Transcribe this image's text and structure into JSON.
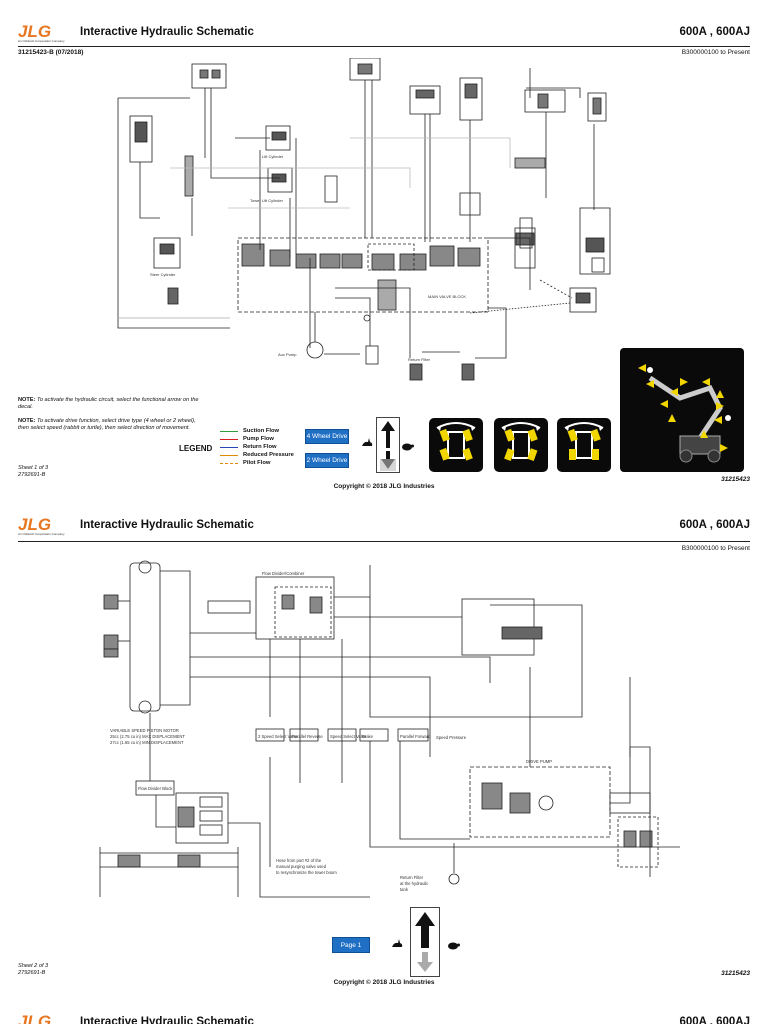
{
  "brand": {
    "logo_text": "JLG",
    "tagline": "An Oshkosh Corporation Company"
  },
  "sheets": [
    {
      "title": "Interactive Hydraulic Schematic",
      "model": "600A , 600AJ",
      "doc_ref": "31215423-B (07/2018)",
      "serial_range": "B300000100 to Present",
      "notes": [
        {
          "key": "NOTE:",
          "text": "To activate the hydraulic circuit, select the functional arrow on the decal."
        },
        {
          "key": "NOTE:",
          "text": "To activate drive function, select drive type (4 wheel or 2 wheel), then select speed (rabbit or turtle), then select direction of movement."
        }
      ],
      "legend": {
        "title": "LEGEND",
        "items": [
          {
            "label": "Suction Flow",
            "color": "#2e9e3e",
            "style": "solid"
          },
          {
            "label": "Pump Flow",
            "color": "#d42020",
            "style": "solid"
          },
          {
            "label": "Return Flow",
            "color": "#2747b8",
            "style": "solid"
          },
          {
            "label": "Reduced Pressure",
            "color": "#e08a00",
            "style": "solid"
          },
          {
            "label": "Pilot Flow",
            "color": "#e08a00",
            "style": "dashed"
          }
        ]
      },
      "buttons": {
        "four_wheel": "4 Wheel Drive",
        "two_wheel": "2 Wheel Drive"
      },
      "component_labels": {
        "aux_pump": "Aux Pump",
        "main_valve": "MAIN VALVE BLOCK",
        "return_filter": "Return Filter",
        "steer": "Steer Cylinder",
        "lift": "Lift Cylinder",
        "tower": "Tower Lift Cylinder"
      },
      "sheet_no": "Sheet 1 of 3",
      "drawing_no": "2792691-B",
      "copyright": "Copyright © 2018 JLG Industries",
      "doc_number": "31215423"
    },
    {
      "title": "Interactive Hydraulic Schematic",
      "model": "600A , 600AJ",
      "serial_range": "B300000100 to Present",
      "component_labels": {
        "flow_divider": "Flow Divider/Combiner",
        "motor_note_1": "VARIABLE SPEED PISTON MOTOR",
        "motor_note_2": "25cc (2.75 cu in) MAX DISPLACEMENT",
        "motor_note_3": "27cc (1.65 cu in) MIN DISPLACEMENT",
        "swing_valve": "Flow Divider Block",
        "drive_pump": "DRIVE PUMP",
        "hose_note_1": "Hose from port #2 of the",
        "hose_note_2": "manual purging valve used",
        "hose_note_3": "to resynchronize the tower boom",
        "return_filter_1": "Return Filter",
        "return_filter_2": "at the hydraulic",
        "return_filter_3": "tank",
        "boxes": [
          "2 Speed Select Valve",
          "Parallel Reverse",
          "Speed Select Valve",
          "Brake",
          "Parallel Forward"
        ],
        "speed_label": "Speed Pressure"
      },
      "page_button": "Page 1",
      "sheet_no": "Sheet 2 of 3",
      "drawing_no": "2792691-B",
      "copyright": "Copyright © 2018 JLG Industries",
      "doc_number": "31215423"
    },
    {
      "title": "Interactive Hydraulic Schematic",
      "model": "600A , 600AJ"
    }
  ]
}
